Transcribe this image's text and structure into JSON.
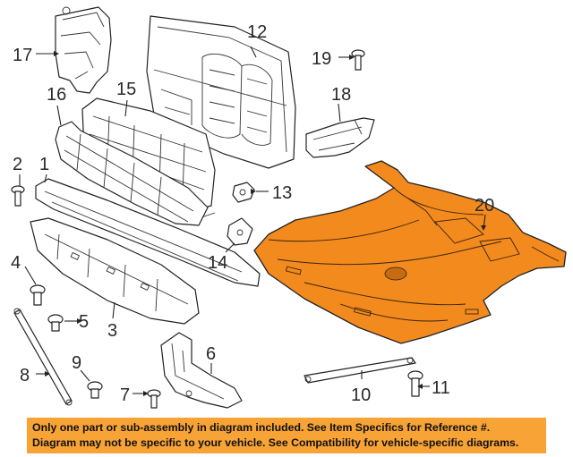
{
  "callouts": {
    "c1": "1",
    "c2": "2",
    "c3": "3",
    "c4": "4",
    "c5": "5",
    "c6": "6",
    "c7": "7",
    "c8": "8",
    "c9": "9",
    "c10": "10",
    "c11": "11",
    "c12": "12",
    "c13": "13",
    "c14": "14",
    "c15": "15",
    "c16": "16",
    "c17": "17",
    "c18": "18",
    "c19": "19",
    "c20": "20"
  },
  "notice": {
    "line1": "Only one part or sub-assembly in diagram included. See Item Specifics for Reference #.",
    "line2": "Diagram may not be specific to your vehicle. See Compatibility for vehicle-specific diagrams."
  },
  "colors": {
    "highlight_part": "#f28a1e",
    "banner_background": "#f7a336"
  }
}
